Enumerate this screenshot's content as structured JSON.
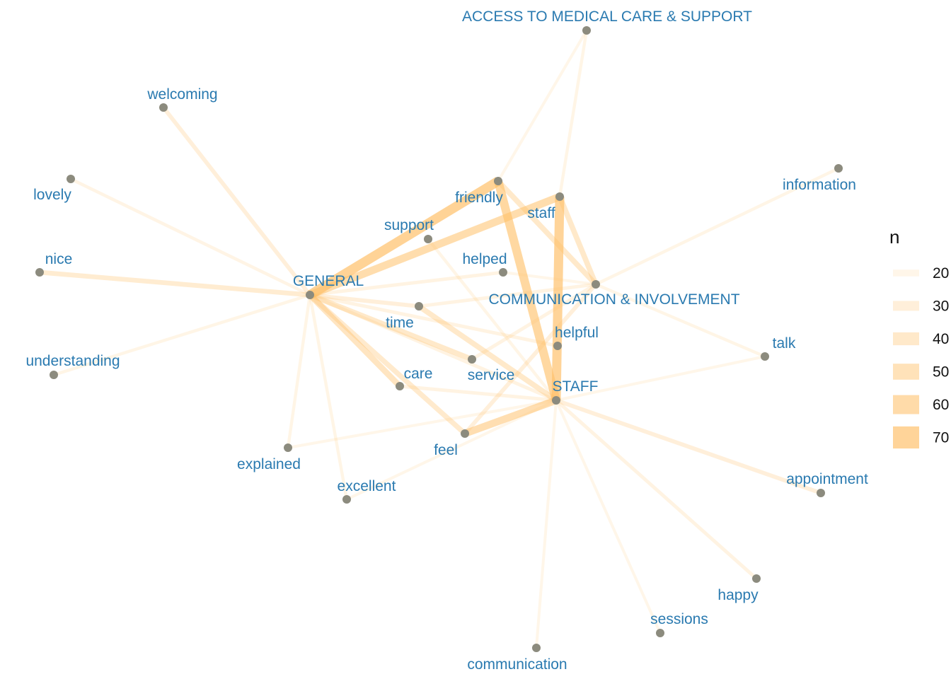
{
  "chart_data": {
    "type": "network",
    "node_color": "#8c8b7e",
    "label_color": "#2a7ab0",
    "edge_color": "#ffbf66",
    "nodes": [
      {
        "id": "access",
        "label": "ACCESS TO MEDICAL CARE & SUPPORT"
      },
      {
        "id": "welcoming",
        "label": "welcoming"
      },
      {
        "id": "lovely",
        "label": "lovely"
      },
      {
        "id": "nice",
        "label": "nice"
      },
      {
        "id": "understanding",
        "label": "understanding"
      },
      {
        "id": "general",
        "label": "GENERAL"
      },
      {
        "id": "friendly",
        "label": "friendly"
      },
      {
        "id": "staff",
        "label": "staff"
      },
      {
        "id": "support",
        "label": "support"
      },
      {
        "id": "helped",
        "label": "helped"
      },
      {
        "id": "information",
        "label": "information"
      },
      {
        "id": "comm_inv",
        "label": "COMMUNICATION & INVOLVEMENT"
      },
      {
        "id": "time",
        "label": "time"
      },
      {
        "id": "helpful",
        "label": "helpful"
      },
      {
        "id": "service",
        "label": "service"
      },
      {
        "id": "care",
        "label": "care"
      },
      {
        "id": "talk",
        "label": "talk"
      },
      {
        "id": "staff_theme",
        "label": "STAFF"
      },
      {
        "id": "feel",
        "label": "feel"
      },
      {
        "id": "explained",
        "label": "explained"
      },
      {
        "id": "excellent",
        "label": "excellent"
      },
      {
        "id": "appointment",
        "label": "appointment"
      },
      {
        "id": "happy",
        "label": "happy"
      },
      {
        "id": "sessions",
        "label": "sessions"
      },
      {
        "id": "communication",
        "label": "communication"
      }
    ],
    "edges": [
      {
        "from": "general",
        "to": "friendly",
        "n": 72
      },
      {
        "from": "general",
        "to": "staff",
        "n": 58
      },
      {
        "from": "general",
        "to": "nice",
        "n": 35
      },
      {
        "from": "general",
        "to": "welcoming",
        "n": 30
      },
      {
        "from": "general",
        "to": "lovely",
        "n": 23
      },
      {
        "from": "general",
        "to": "understanding",
        "n": 22
      },
      {
        "from": "general",
        "to": "care",
        "n": 45
      },
      {
        "from": "general",
        "to": "service",
        "n": 40
      },
      {
        "from": "general",
        "to": "feel",
        "n": 38
      },
      {
        "from": "general",
        "to": "time",
        "n": 30
      },
      {
        "from": "general",
        "to": "helped",
        "n": 25
      },
      {
        "from": "general",
        "to": "helpful",
        "n": 25
      },
      {
        "from": "general",
        "to": "explained",
        "n": 22
      },
      {
        "from": "general",
        "to": "excellent",
        "n": 22
      },
      {
        "from": "general",
        "to": "staff_theme",
        "n": 25
      },
      {
        "from": "friendly",
        "to": "staff_theme",
        "n": 65
      },
      {
        "from": "friendly",
        "to": "access",
        "n": 20
      },
      {
        "from": "friendly",
        "to": "comm_inv",
        "n": 40
      },
      {
        "from": "staff",
        "to": "staff_theme",
        "n": 70
      },
      {
        "from": "staff",
        "to": "access",
        "n": 22
      },
      {
        "from": "staff",
        "to": "comm_inv",
        "n": 40
      },
      {
        "from": "feel",
        "to": "staff_theme",
        "n": 55
      },
      {
        "from": "feel",
        "to": "comm_inv",
        "n": 30
      },
      {
        "from": "time",
        "to": "staff_theme",
        "n": 40
      },
      {
        "from": "time",
        "to": "comm_inv",
        "n": 25
      },
      {
        "from": "service",
        "to": "comm_inv",
        "n": 25
      },
      {
        "from": "support",
        "to": "staff_theme",
        "n": 22
      },
      {
        "from": "helped",
        "to": "comm_inv",
        "n": 20
      },
      {
        "from": "care",
        "to": "staff_theme",
        "n": 25
      },
      {
        "from": "comm_inv",
        "to": "information",
        "n": 22
      },
      {
        "from": "comm_inv",
        "to": "talk",
        "n": 22
      },
      {
        "from": "staff_theme",
        "to": "talk",
        "n": 20
      },
      {
        "from": "staff_theme",
        "to": "appointment",
        "n": 30
      },
      {
        "from": "staff_theme",
        "to": "happy",
        "n": 25
      },
      {
        "from": "staff_theme",
        "to": "sessions",
        "n": 20
      },
      {
        "from": "staff_theme",
        "to": "communication",
        "n": 20
      },
      {
        "from": "staff_theme",
        "to": "explained",
        "n": 20
      },
      {
        "from": "staff_theme",
        "to": "excellent",
        "n": 20
      }
    ],
    "legend": {
      "title": "n",
      "position": "right",
      "entries": [
        {
          "label": "20",
          "value": 20
        },
        {
          "label": "30",
          "value": 30
        },
        {
          "label": "40",
          "value": 40
        },
        {
          "label": "50",
          "value": 50
        },
        {
          "label": "60",
          "value": 60
        },
        {
          "label": "70",
          "value": 70
        }
      ]
    }
  }
}
